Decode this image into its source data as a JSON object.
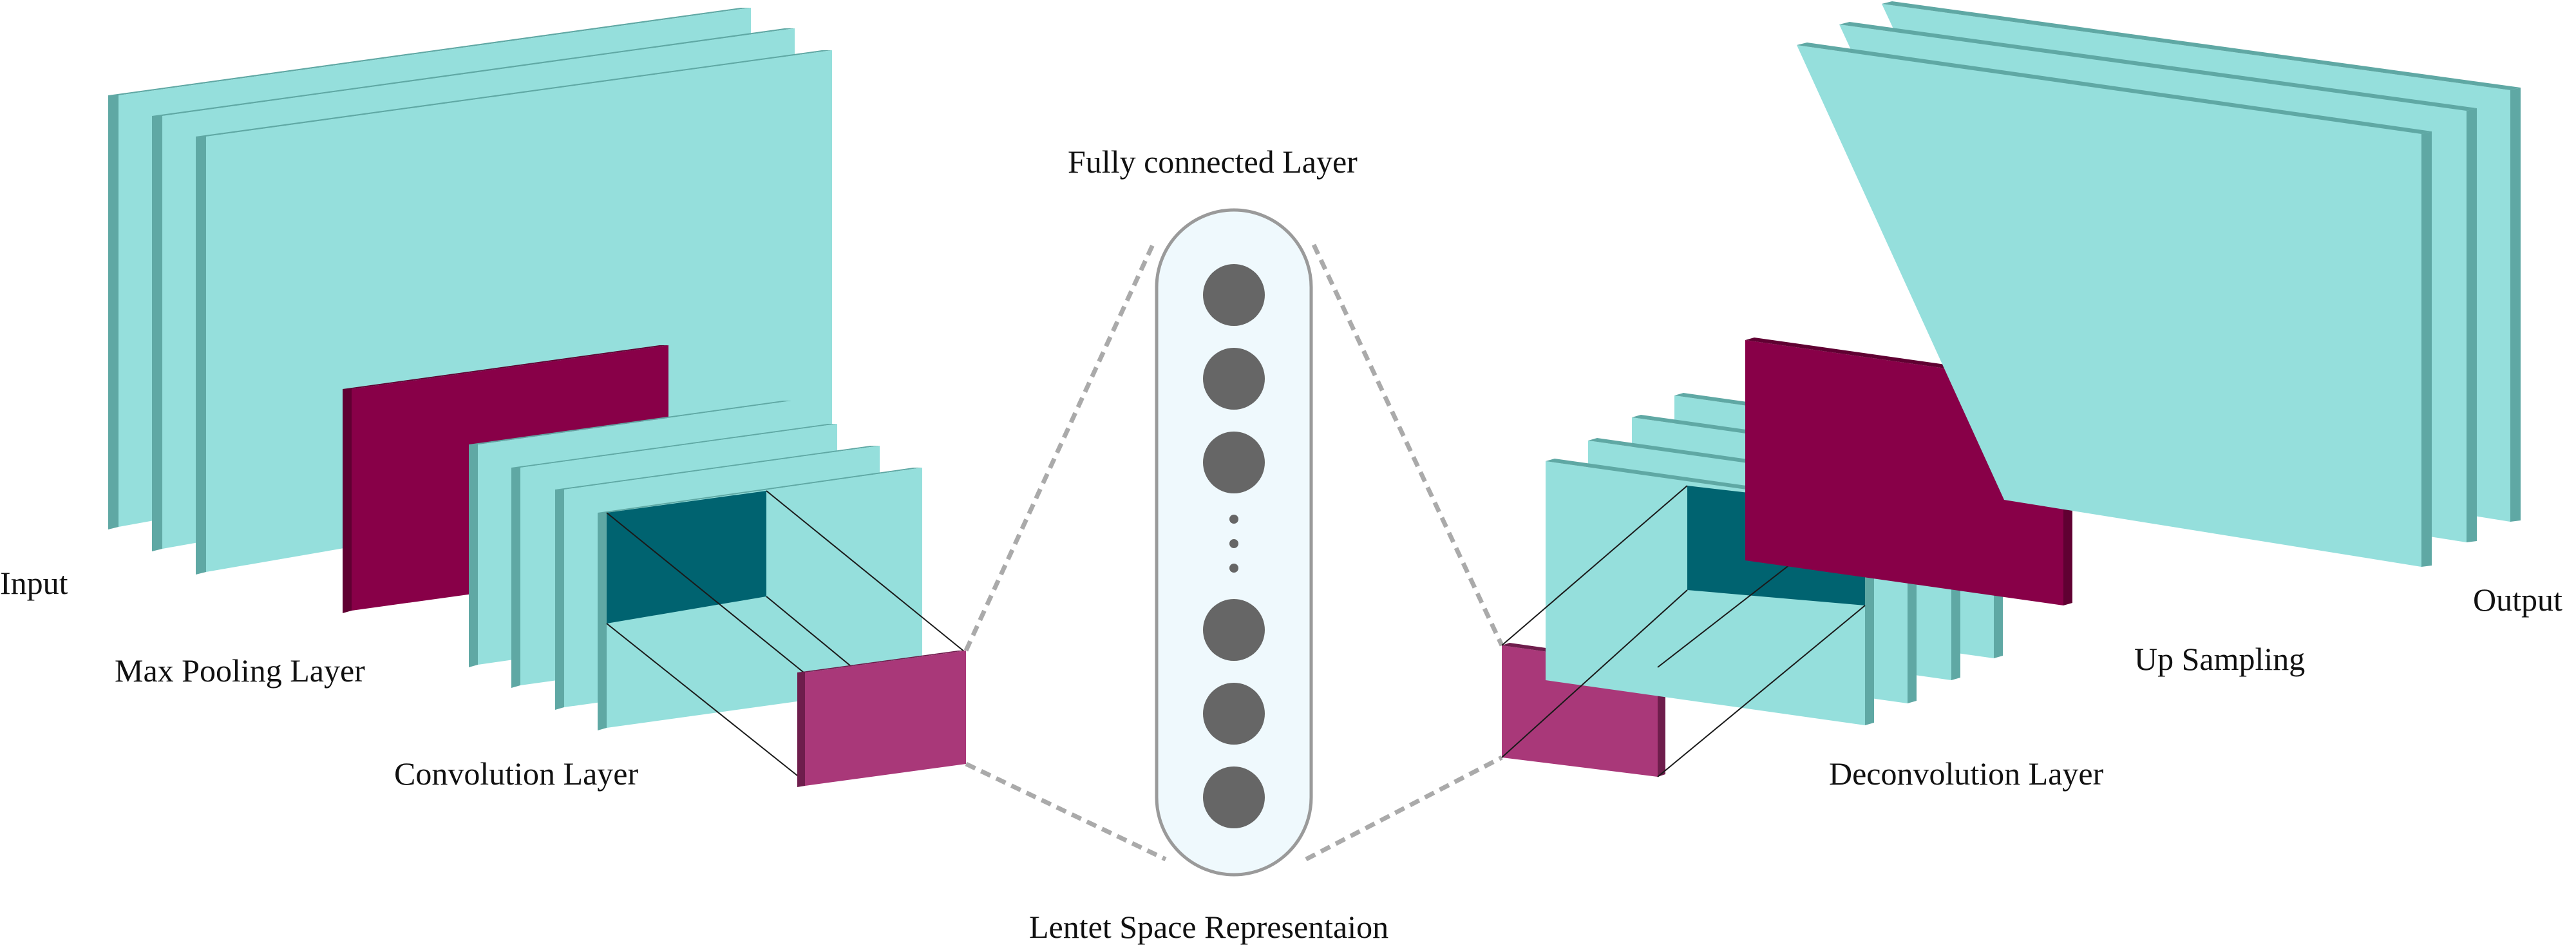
{
  "labels": {
    "input": "Input",
    "max_pooling": "Max Pooling Layer",
    "convolution": "Convolution Layer",
    "fully_connected": "Fully connected Layer",
    "latent": "Lentet Space Representaion",
    "deconvolution": "Deconvolution Layer",
    "up_sampling": "Up Sampling",
    "output": "Output"
  },
  "fully_connected": {
    "neurons_above_ellipsis": 3,
    "neurons_below_ellipsis": 3,
    "ellipsis_dots": 3
  },
  "colors": {
    "layer_face": "#95dfdc",
    "layer_side": "#5fa8a4",
    "pool_face": "#880048",
    "pool_side": "#600032",
    "kernel_face": "#006370",
    "feature_face": "#a93879",
    "feature_side": "#6e1d4c",
    "neuron": "#666666",
    "fc_box_fill": "#eff9fd",
    "fc_box_stroke": "#9a9a9a",
    "dash": "#aaaaaa"
  }
}
